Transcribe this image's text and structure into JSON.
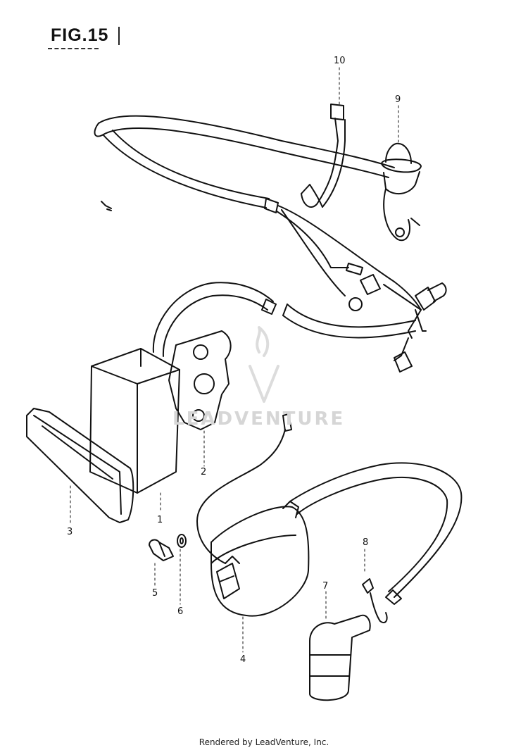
{
  "figure": {
    "title": "FIG.15"
  },
  "callouts": {
    "c1": "1",
    "c2": "2",
    "c3": "3",
    "c4": "4",
    "c5": "5",
    "c6": "6",
    "c7": "7",
    "c8": "8",
    "c9": "9",
    "c10": "10"
  },
  "watermark": {
    "text": "LEADVENTURE"
  },
  "footer": {
    "text": "Rendered by LeadVenture, Inc."
  }
}
